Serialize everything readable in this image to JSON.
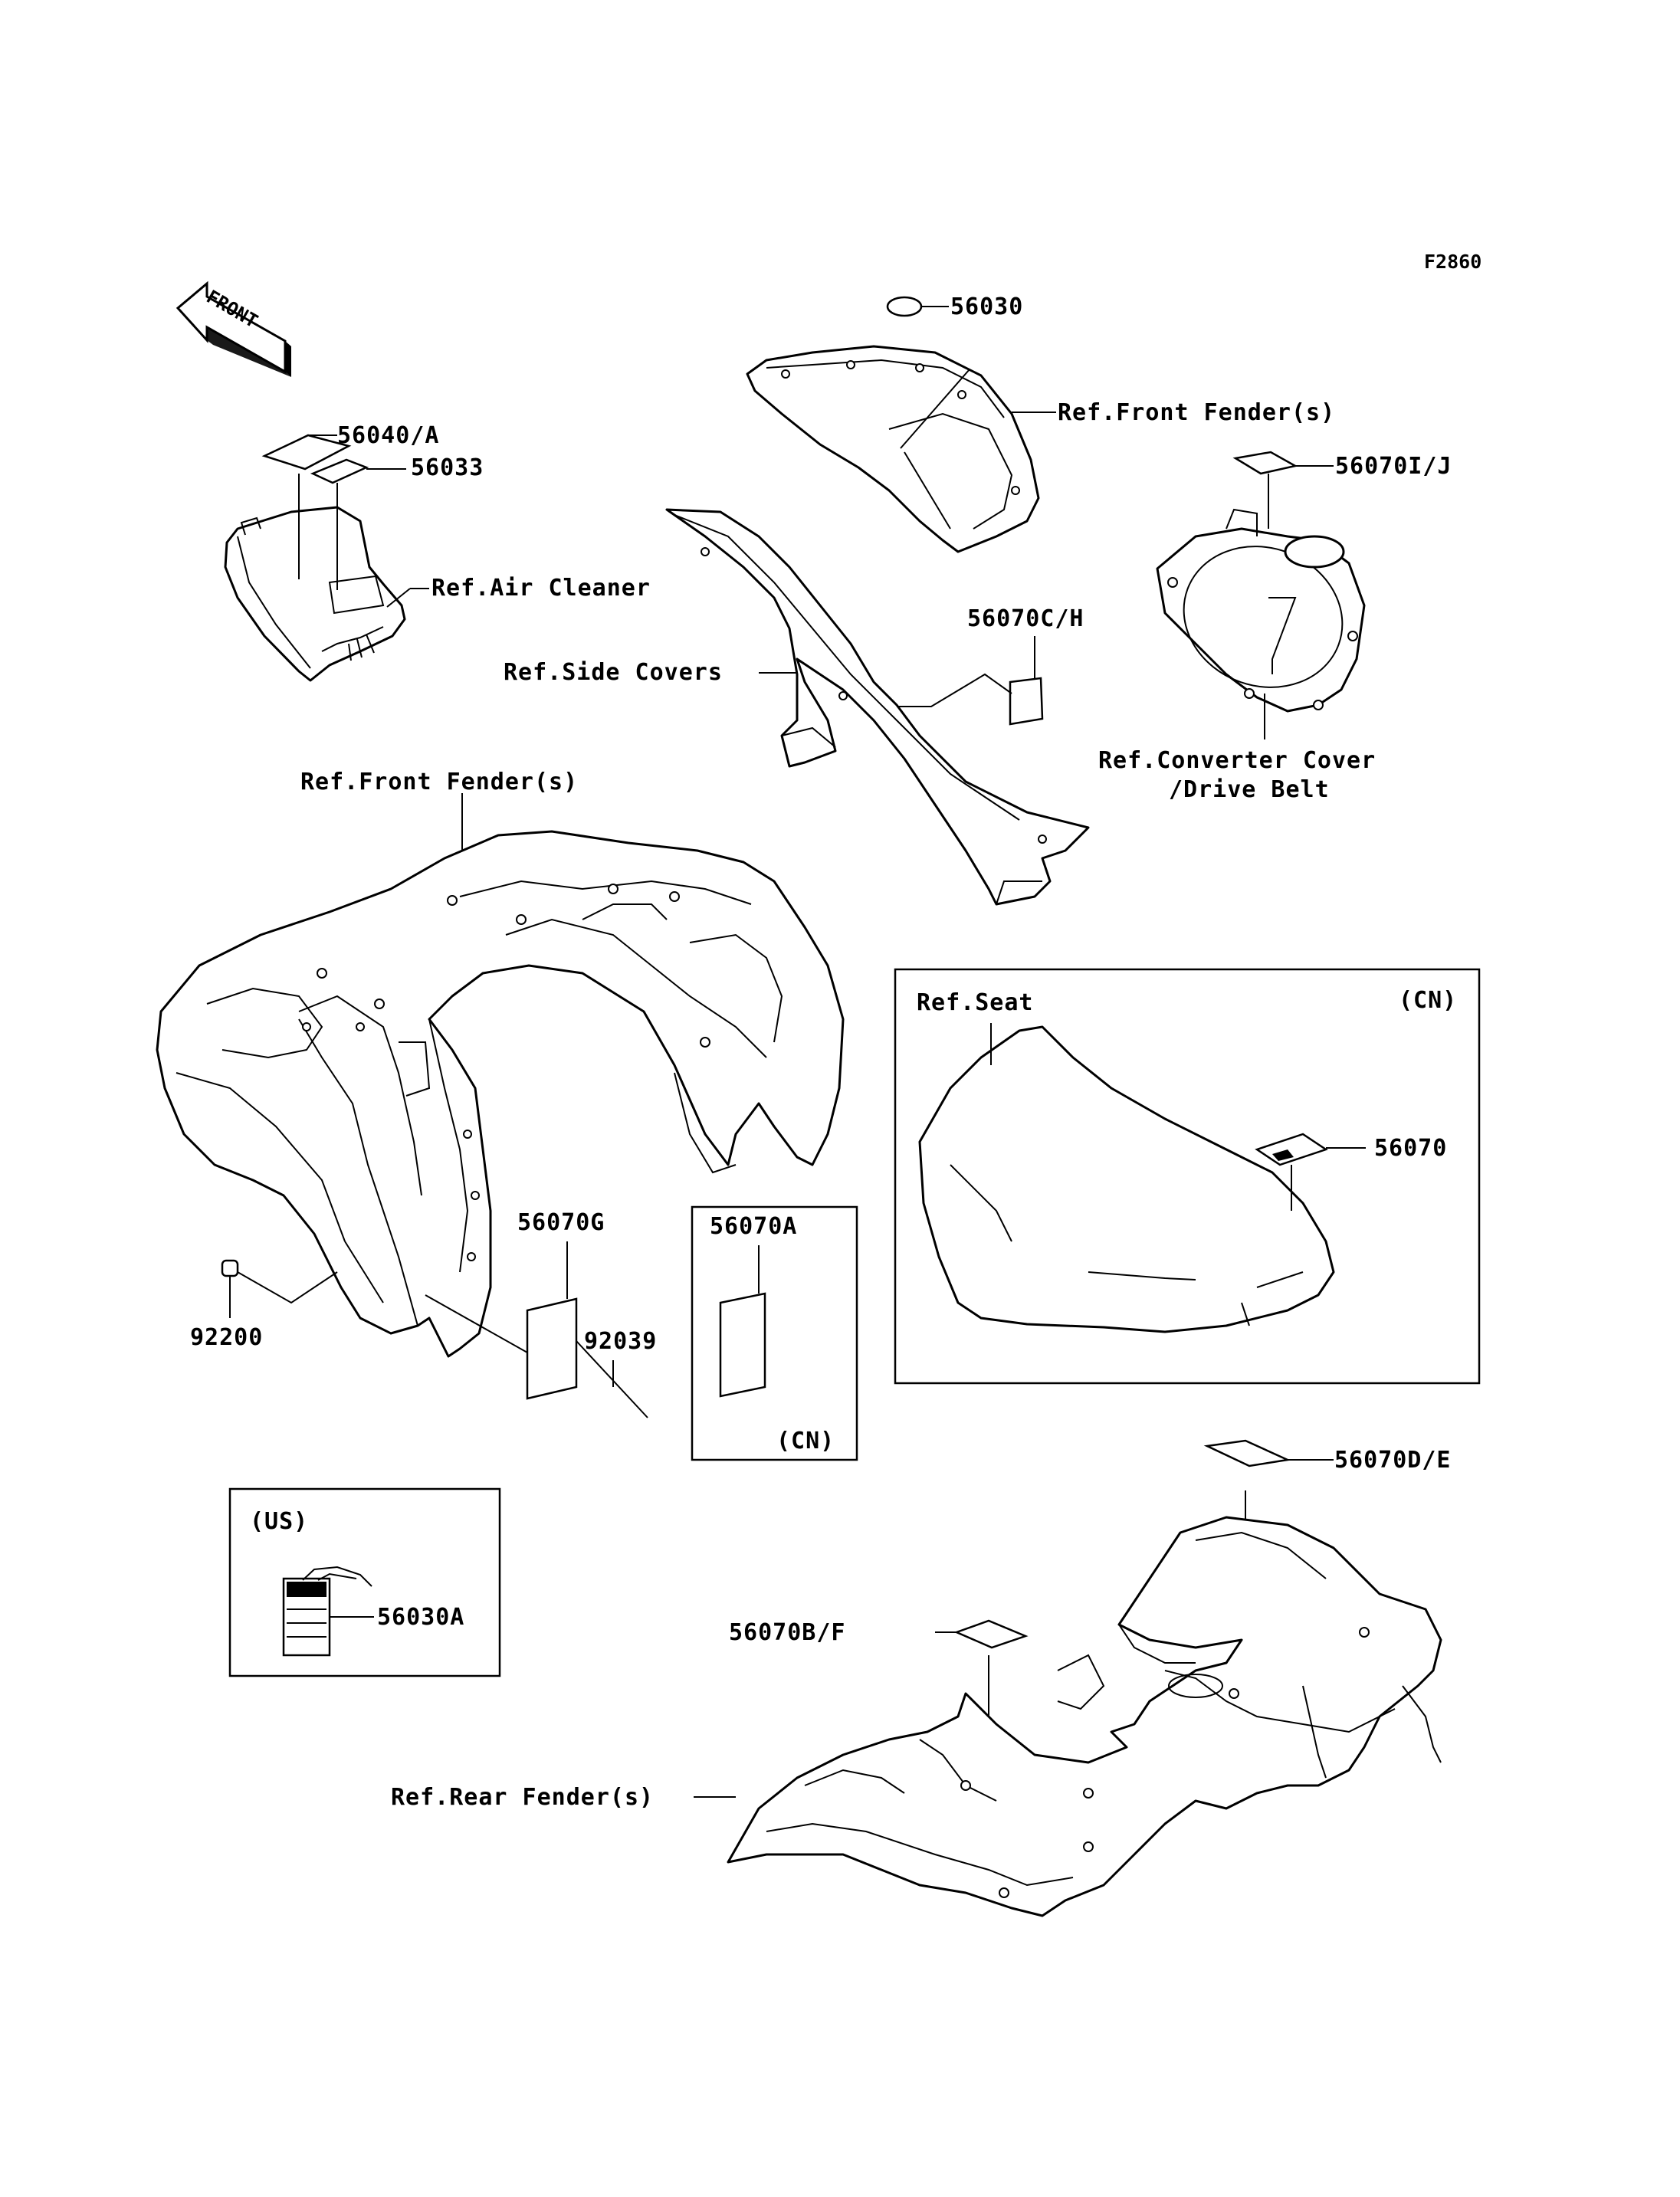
{
  "diagram_code": "F2860",
  "front_arrow": "FRONT",
  "labels": {
    "l56030": "56030",
    "ref_front_fender_top": "Ref.Front Fender(s)",
    "l56040a": "56040/A",
    "l56033": "56033",
    "l56070ij": "56070I/J",
    "ref_air_cleaner": "Ref.Air Cleaner",
    "l56070ch": "56070C/H",
    "ref_side_covers": "Ref.Side Covers",
    "ref_converter_1": "Ref.Converter Cover",
    "ref_converter_2": "/Drive Belt",
    "ref_front_fender_main": "Ref.Front Fender(s)",
    "ref_seat": "Ref.Seat",
    "cn_seat": "(CN)",
    "l56070": "56070",
    "l56070g": "56070G",
    "l56070a": "56070A",
    "cn_56070a": "(CN)",
    "l92200": "92200",
    "l92039": "92039",
    "l56070de": "56070D/E",
    "us": "(US)",
    "l56030a": "56030A",
    "l56070bf": "56070B/F",
    "ref_rear_fender": "Ref.Rear Fender(s)"
  },
  "icons": [
    "front-direction-arrow-icon"
  ]
}
